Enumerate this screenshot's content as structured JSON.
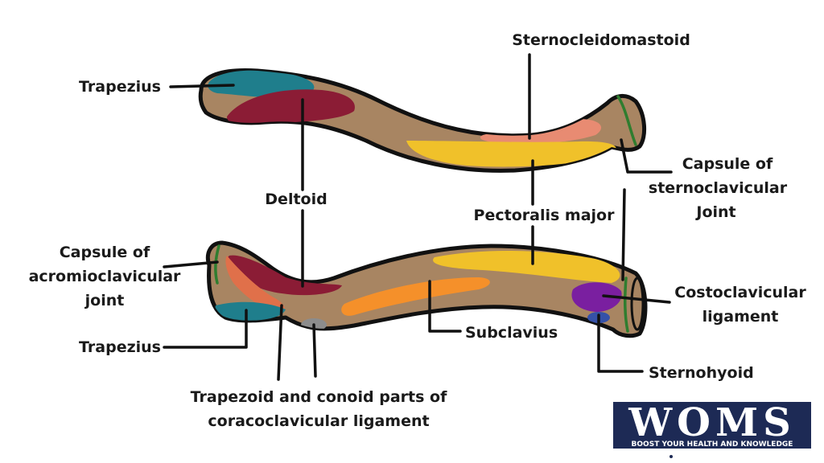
{
  "labels": {
    "trapezius_top": "Trapezius",
    "sternocleidomastoid": "Sternocleidomastoid",
    "deltoid": "Deltoid",
    "capsule_sc_line1": "Capsule of",
    "capsule_sc_line2": "sternoclavicular",
    "capsule_sc_line3": "Joint",
    "pectoralis_major": "Pectoralis major",
    "capsule_ac_line1": "Capsule of",
    "capsule_ac_line2": "acromioclavicular",
    "capsule_ac_line3": "joint",
    "costoclavicular_line1": "Costoclavicular",
    "costoclavicular_line2": "ligament",
    "trapezius_bottom": "Trapezius",
    "subclavius": "Subclavius",
    "sternohyoid": "Sternohyoid",
    "coraco_line1": "Trapezoid and conoid parts of",
    "coraco_line2": "coracoclavicular ligament"
  },
  "logo": {
    "text": "WOMS",
    "tagline": "BOOST YOUR HEALTH AND KNOWLEDGE"
  },
  "colors": {
    "bone": "#a88562",
    "trapezius": "#1f7e8c",
    "deltoid": "#8b1c35",
    "sternocleidomastoid": "#e88b72",
    "pectoralis": "#f0c12a",
    "capsule": "#2f7d2f",
    "subclavius": "#f5902a",
    "costoclavicular": "#7a1fa0",
    "sternohyoid": "#3551a8",
    "coracoclavicular": "#8c8c8c",
    "logo_navy": "#1d2a55"
  }
}
